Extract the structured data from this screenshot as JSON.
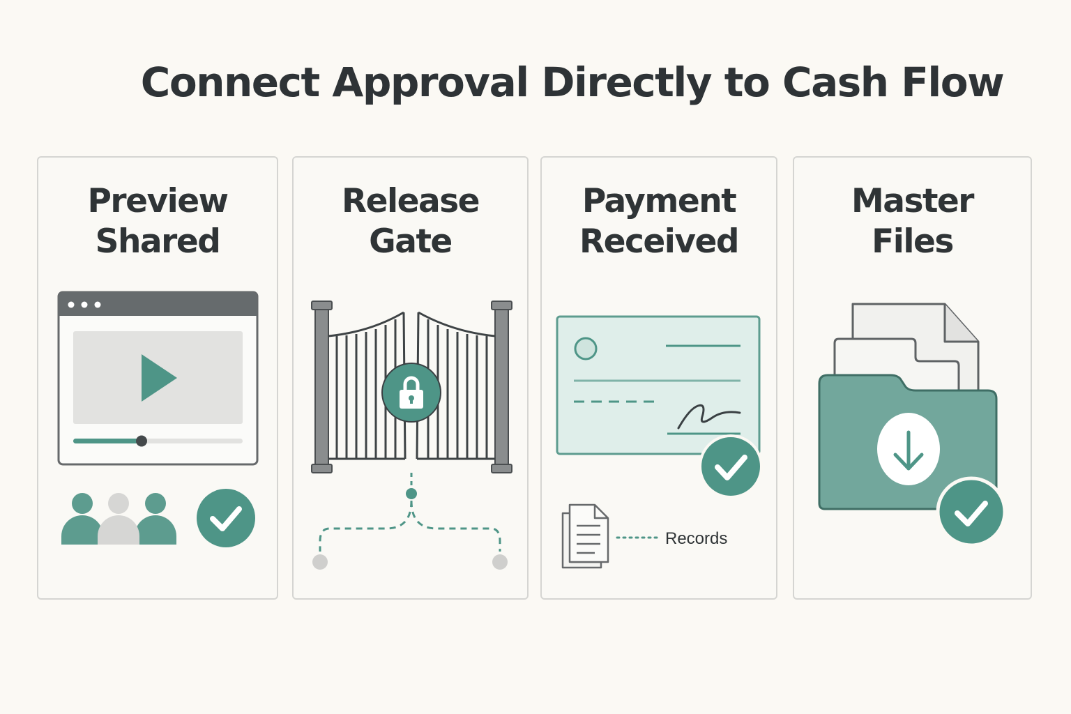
{
  "title": "Connect Approval Directly to Cash Flow",
  "colors": {
    "background": "#fbf9f4",
    "teal": "#4e9587",
    "teal_light": "#dfeeea",
    "dark": "#2f3436",
    "gray": "#8a8d8e",
    "card_border": "#d5d5d2"
  },
  "steps": [
    {
      "title_line1": "Preview",
      "title_line2": "Shared",
      "icons": [
        "video-player-icon",
        "play-icon",
        "team-icon",
        "check-icon"
      ]
    },
    {
      "title_line1": "Release",
      "title_line2": "Gate",
      "icons": [
        "gate-icon",
        "lock-icon",
        "branch-connector-icon"
      ]
    },
    {
      "title_line1": "Payment",
      "title_line2": "Received",
      "icons": [
        "check-document-icon",
        "check-icon",
        "documents-icon"
      ],
      "records_label": "Records"
    },
    {
      "title_line1": "Master",
      "title_line2": "Files",
      "icons": [
        "folder-icon",
        "download-icon",
        "check-icon"
      ]
    }
  ]
}
